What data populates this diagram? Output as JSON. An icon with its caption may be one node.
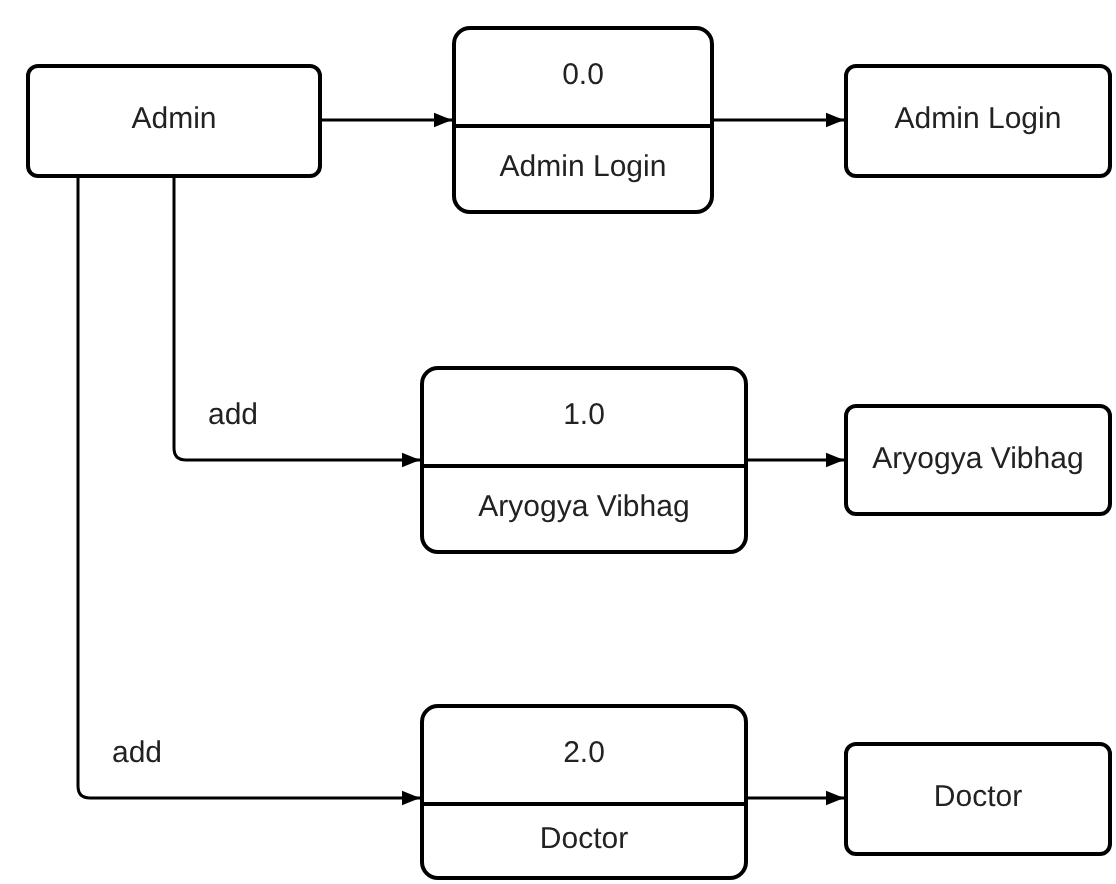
{
  "diagram": {
    "nodes": [
      {
        "text": [
          "Admin"
        ]
      },
      {
        "text": [
          "0.0",
          "Admin Login"
        ]
      },
      {
        "text": [
          "Admin Login"
        ]
      },
      {
        "text": [
          "1.0",
          "Aryogya Vibhag"
        ]
      },
      {
        "text": [
          "Aryogya Vibhag"
        ]
      },
      {
        "text": [
          "2.0",
          "Doctor"
        ]
      },
      {
        "text": [
          "Doctor"
        ]
      }
    ],
    "edges": [
      {
        "from": 0,
        "to": 1,
        "arrow": "to"
      },
      {
        "from": 1,
        "to": 2,
        "arrow": "to"
      },
      {
        "from": 0,
        "to": 3,
        "arrow": "to",
        "label": "add"
      },
      {
        "from": 3,
        "to": 4,
        "arrow": "to"
      },
      {
        "from": 0,
        "to": 5,
        "arrow": "to",
        "label": "add"
      },
      {
        "from": 5,
        "to": 6,
        "arrow": "to"
      }
    ]
  }
}
